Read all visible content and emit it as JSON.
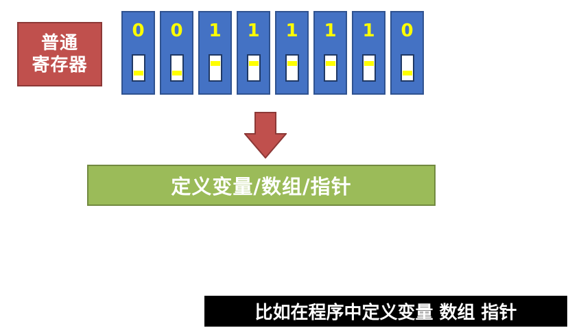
{
  "register": {
    "label_line1": "普通",
    "label_line2": "寄存器"
  },
  "bits": [
    "0",
    "0",
    "1",
    "1",
    "1",
    "1",
    "1",
    "0"
  ],
  "result_label": "定义变量/数组/指针",
  "subtitle": "比如在程序中定义变量 数组 指针",
  "colors": {
    "register_label": "#c0504d",
    "bit_cell": "#4472c4",
    "bit_value": "#ffff00",
    "arrow": "#c0504d",
    "result_box": "#9bbb59",
    "subtitle_bg": "#000000"
  }
}
